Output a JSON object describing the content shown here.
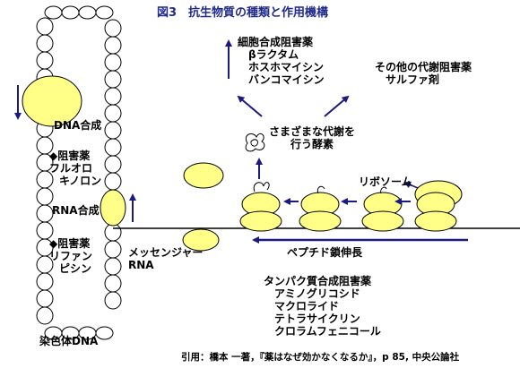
{
  "title": "図3　抗生物質の種類と作用機構",
  "labels": {
    "dna_synthesis": "DNA合成",
    "dna_inhibitor": [
      "◆阻害薬",
      "フルオロ",
      "キノロン"
    ],
    "rna_synthesis": "RNA合成",
    "rna_inhibitor": [
      "◆阻害薬",
      "リファン",
      "ピシン"
    ],
    "chromosomal_dna": "染色体DNA",
    "messenger_rna": [
      "メッセンジャー",
      "RNA"
    ],
    "cell_wall_inhibitors": [
      "細胞合成阻害薬",
      "βラクタム",
      "ホスホマイシン",
      "バンコマイシン"
    ],
    "other_inhibitors": [
      "その他の代謝阻害薬",
      "サルファ剤"
    ],
    "enzymes": [
      "さまざまな代謝を",
      "行う酵素"
    ],
    "ribosome": "リボソーム",
    "peptide_elongation": "ペプチド鎖伸長",
    "protein_inhibitors": [
      "タンパク質合成阻害薬",
      "アミノグリコシド",
      "マクロライド",
      "テトラサイクリン",
      "クロラムフェニコール"
    ]
  },
  "citation": "引用：橋本 一著，『薬はなぜ効かなくなるか』，p 85, 中央公論社",
  "colors": {
    "yellow": "#ffff88",
    "arrow_blue": "#1a1a80",
    "title_blue": "#1f2a8c"
  }
}
